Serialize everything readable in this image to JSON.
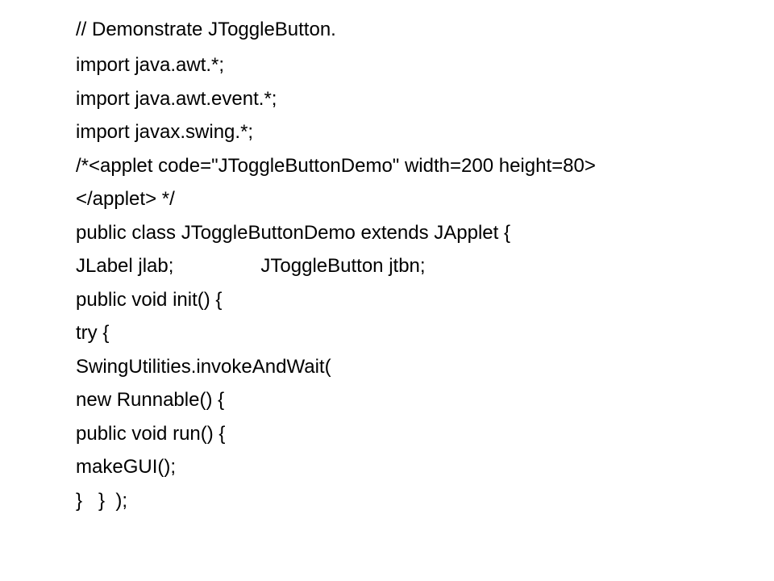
{
  "slide": {
    "lines": [
      "// Demonstrate JToggleButton.",
      "import java.awt.*;",
      "import java.awt.event.*;",
      "import javax.swing.*;",
      "/*<applet code=\"JToggleButtonDemo\" width=200 height=80>",
      "</applet> */",
      "public class JToggleButtonDemo extends JApplet {",
      "JLabel jlab;",
      "public void init() {",
      "try {",
      "SwingUtilities.invokeAndWait(",
      "new Runnable() {",
      "public void run() {",
      "makeGUI();",
      "}   }  );"
    ],
    "line8_tail": "JToggleButton jtbn;"
  }
}
